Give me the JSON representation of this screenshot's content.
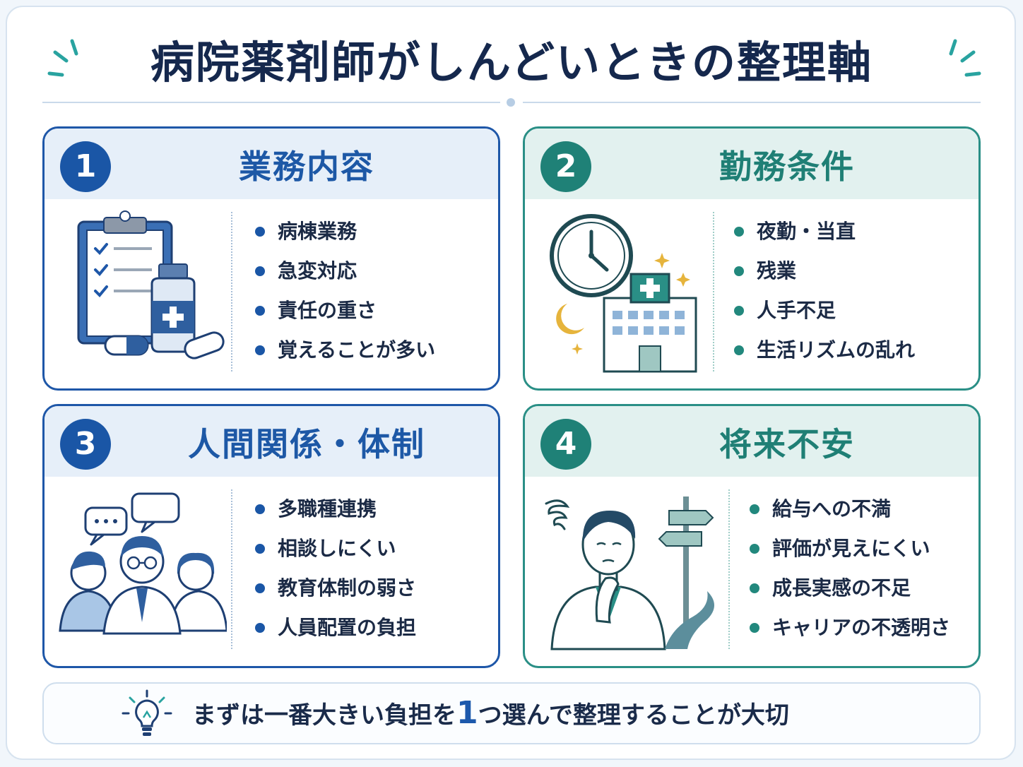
{
  "title": "病院薬剤師がしんどいときの整理軸",
  "colors": {
    "blue": "#1a56a6",
    "teal": "#1f8177",
    "navy": "#15284d",
    "gold": "#e6b43c"
  },
  "cards": [
    {
      "number": "1",
      "title": "業務内容",
      "accent": "blue",
      "icon": "clipboard-medicine-icon",
      "items": [
        "病棟業務",
        "急変対応",
        "責任の重さ",
        "覚えることが多い"
      ]
    },
    {
      "number": "2",
      "title": "勤務条件",
      "accent": "teal",
      "icon": "clock-hospital-night-icon",
      "items": [
        "夜勤・当直",
        "残業",
        "人手不足",
        "生活リズムの乱れ"
      ]
    },
    {
      "number": "3",
      "title": "人間関係・体制",
      "accent": "blue",
      "icon": "team-speech-bubbles-icon",
      "items": [
        "多職種連携",
        "相談しにくい",
        "教育体制の弱さ",
        "人員配置の負担"
      ]
    },
    {
      "number": "4",
      "title": "将来不安",
      "accent": "teal",
      "icon": "worried-pharmacist-signpost-icon",
      "items": [
        "給与への不満",
        "評価が見えにくい",
        "成長実感の不足",
        "キャリアの不透明さ"
      ]
    }
  ],
  "footer": {
    "icon": "lightbulb-icon",
    "text_before": "まずは一番大きい負担を",
    "number": "1",
    "text_after": "つ選んで整理することが大切"
  }
}
